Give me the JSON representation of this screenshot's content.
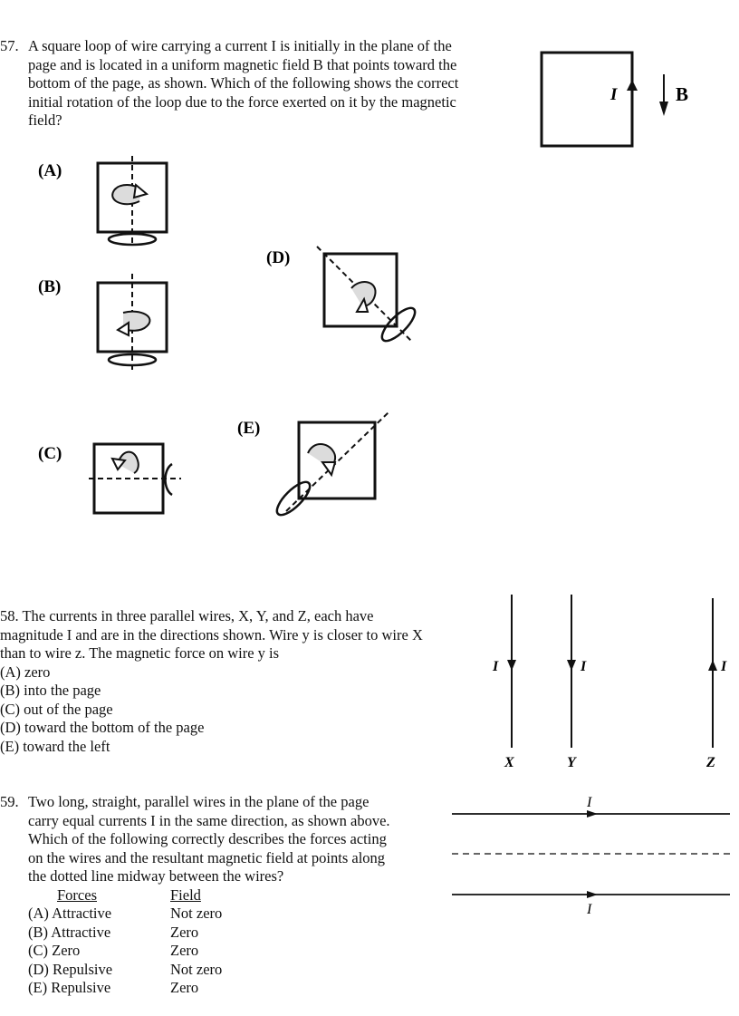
{
  "q57": {
    "number": "57.",
    "lines": [
      "A square loop of wire carrying a current I is initially in the plane of the",
      "page and is located in a uniform magnetic field B that points toward the",
      "bottom of the page, as shown. Which of the following shows the correct",
      "initial rotation of the loop due to the force exerted on it by the magnetic",
      "field?"
    ],
    "figure": {
      "current_label": "I",
      "field_label": "B"
    },
    "options": {
      "A": "(A)",
      "B": "(B)",
      "C": "(C)",
      "D": "(D)",
      "E": "(E)"
    }
  },
  "q58": {
    "lines": [
      "58. The currents in three parallel wires, X, Y, and Z, each have",
      "magnitude I and are in the directions shown. Wire y is closer to wire X",
      "than to wire z. The magnetic force on wire y is",
      "(A) zero",
      "(B) into the page",
      "(C) out of the page",
      "(D) toward the bottom of the page",
      "(E) toward the left"
    ],
    "figure": {
      "wires": [
        {
          "name": "X",
          "current": "I",
          "direction": "down"
        },
        {
          "name": "Y",
          "current": "I",
          "direction": "down"
        },
        {
          "name": "Z",
          "current": "I",
          "direction": "up"
        }
      ]
    }
  },
  "q59": {
    "number": "59.",
    "lines": [
      "Two long, straight, parallel wires in the plane of the page",
      "carry equal currents I in the same direction, as shown above.",
      "Which of the following correctly describes the forces acting",
      "on the wires and the resultant magnetic field at points along",
      "the dotted line midway between the wires?"
    ],
    "table": {
      "headers": [
        "Forces",
        "Field"
      ],
      "rows": [
        [
          "(A) Attractive",
          "Not zero"
        ],
        [
          "(B) Attractive",
          "Zero"
        ],
        [
          "(C) Zero",
          "Zero"
        ],
        [
          "(D) Repulsive",
          "Not zero"
        ],
        [
          "(E) Repulsive",
          "Zero"
        ]
      ]
    },
    "figure": {
      "top_current": "I",
      "bottom_current": "I"
    }
  }
}
